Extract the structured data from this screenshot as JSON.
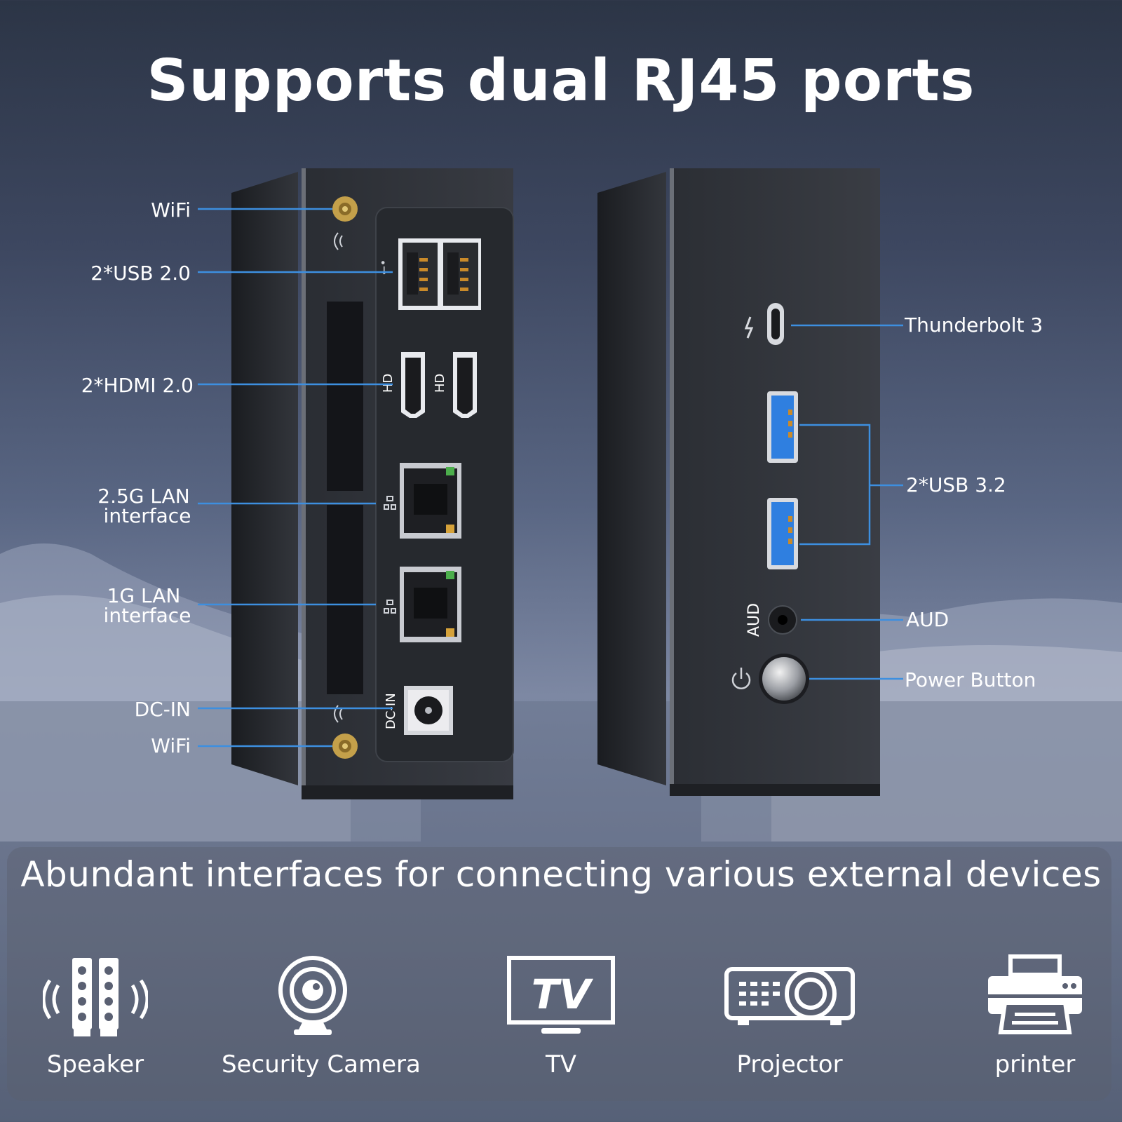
{
  "headline": "Supports dual RJ45 ports",
  "left_labels": {
    "wifi_top": "WiFi",
    "usb2": "2*USB 2.0",
    "hdmi": "2*HDMI 2.0",
    "lan25_line1": "2.5G LAN",
    "lan25_line2": "interface",
    "lan1_line1": "1G LAN",
    "lan1_line2": "interface",
    "dcin": "DC-IN",
    "wifi_bottom": "WiFi"
  },
  "port_markings": {
    "hd1": "HD",
    "hd2": "HD",
    "dcin": "DC-IN",
    "aud": "AUD"
  },
  "right_labels": {
    "thunderbolt": "Thunderbolt 3",
    "usb32": "2*USB 3.2",
    "aud": "AUD",
    "power": "Power Button"
  },
  "panel": {
    "title": "Abundant interfaces for connecting various external devices",
    "devices": [
      {
        "label": "Speaker",
        "icon": "speaker-icon"
      },
      {
        "label": "Security Camera",
        "icon": "camera-icon"
      },
      {
        "label": "TV",
        "icon": "tv-icon"
      },
      {
        "label": "Projector",
        "icon": "projector-icon"
      },
      {
        "label": "printer",
        "icon": "printer-icon"
      }
    ],
    "tv_icon_text": "TV"
  },
  "colors": {
    "accent_line": "#3d8fe0",
    "usb3_blue": "#2f7fe0",
    "device_body": "#2b2d31"
  }
}
